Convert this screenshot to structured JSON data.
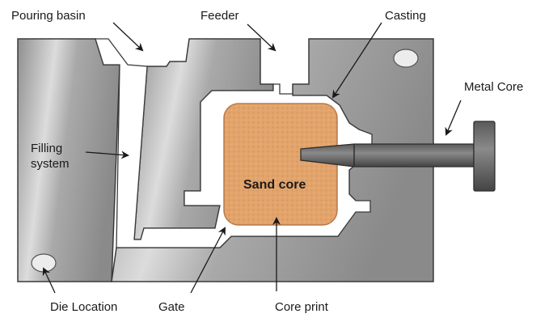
{
  "labels": {
    "pouring_basin": "Pouring basin",
    "feeder": "Feeder",
    "casting": "Casting",
    "metal_core": "Metal Core",
    "filling_system": "Filling",
    "filling_system_2": "system",
    "sand_core": "Sand core",
    "die_location": "Die Location",
    "gate": "Gate",
    "core_print": "Core print"
  },
  "colors": {
    "die_body": "#9a9a9a",
    "die_highlight": "#e6e6e6",
    "sand_core": "#e1a169",
    "sand_core_border": "#b8794a",
    "metal_core": "#6e6e6e",
    "metal_core_dark": "#4a4a4a",
    "cavity": "#ffffff",
    "outline": "#3a3a3a",
    "arrow": "#1a1a1a"
  },
  "icons": {
    "arrow": "arrow-head-icon",
    "hole": "die-hole-icon"
  }
}
